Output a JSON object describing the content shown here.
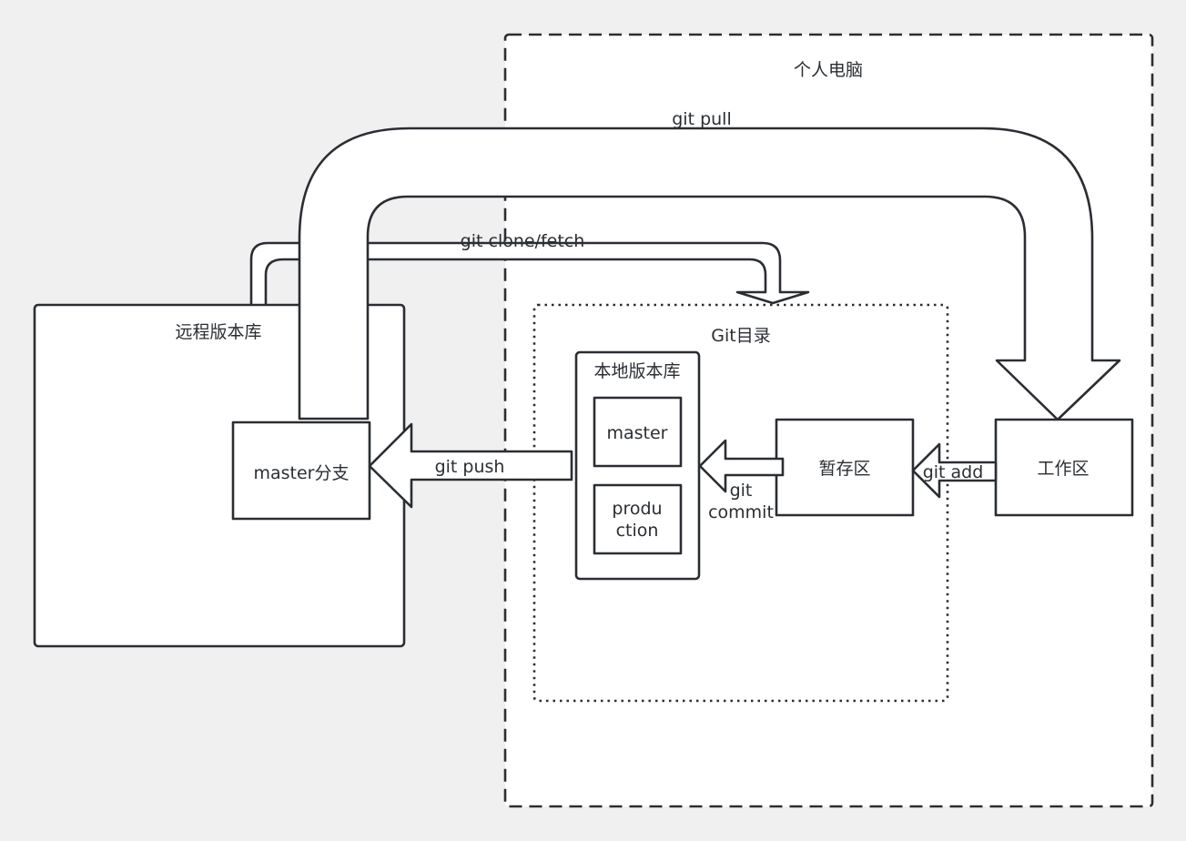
{
  "personal_computer": {
    "label": "个人电脑"
  },
  "remote_repo": {
    "label": "远程版本库",
    "master_branch_label": "master分支"
  },
  "git_dir": {
    "label": "Git目录",
    "local_repo": {
      "label": "本地版本库",
      "branches": [
        "master",
        "produ",
        "ction"
      ]
    }
  },
  "staging": {
    "label": "暂存区"
  },
  "workspace": {
    "label": "工作区"
  },
  "commands": {
    "pull": "git pull",
    "clone_fetch": "git clone/fetch",
    "push": "git push",
    "commit_line1": "git",
    "commit_line2": "commit",
    "add": "git add"
  },
  "colors": {
    "background": "#f0f0f0",
    "stroke": "#2a2e33",
    "fill": "#ffffff"
  }
}
